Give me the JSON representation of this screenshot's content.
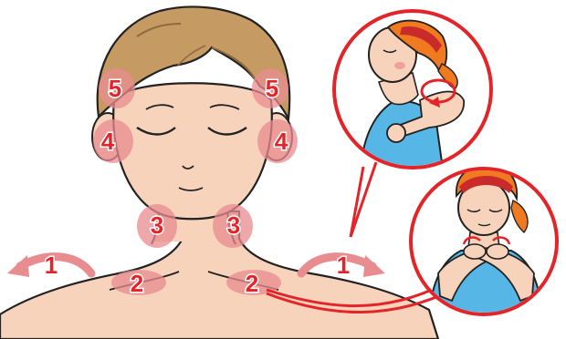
{
  "colors": {
    "skin": "#f8d3bb",
    "hair_main": "#c69a63",
    "hair_dark": "#8f6a3f",
    "spot": "#e98c90",
    "marker": "#e3252a",
    "outline": "#222222",
    "inset_hair": "#f07a1f",
    "bandana": "#c92a2a",
    "top": "#56b7e6"
  },
  "points": {
    "p1_left": "1",
    "p1_right": "1",
    "p2_left": "2",
    "p2_right": "2",
    "p3_left": "3",
    "p3_right": "3",
    "p4_left": "4",
    "p4_right": "4",
    "p5_left": "5",
    "p5_right": "5"
  },
  "icons": {
    "left_arrow": "curved-arrow-left-icon",
    "right_arrow": "curved-arrow-right-icon",
    "rotation": "rotation-arrow-icon"
  }
}
